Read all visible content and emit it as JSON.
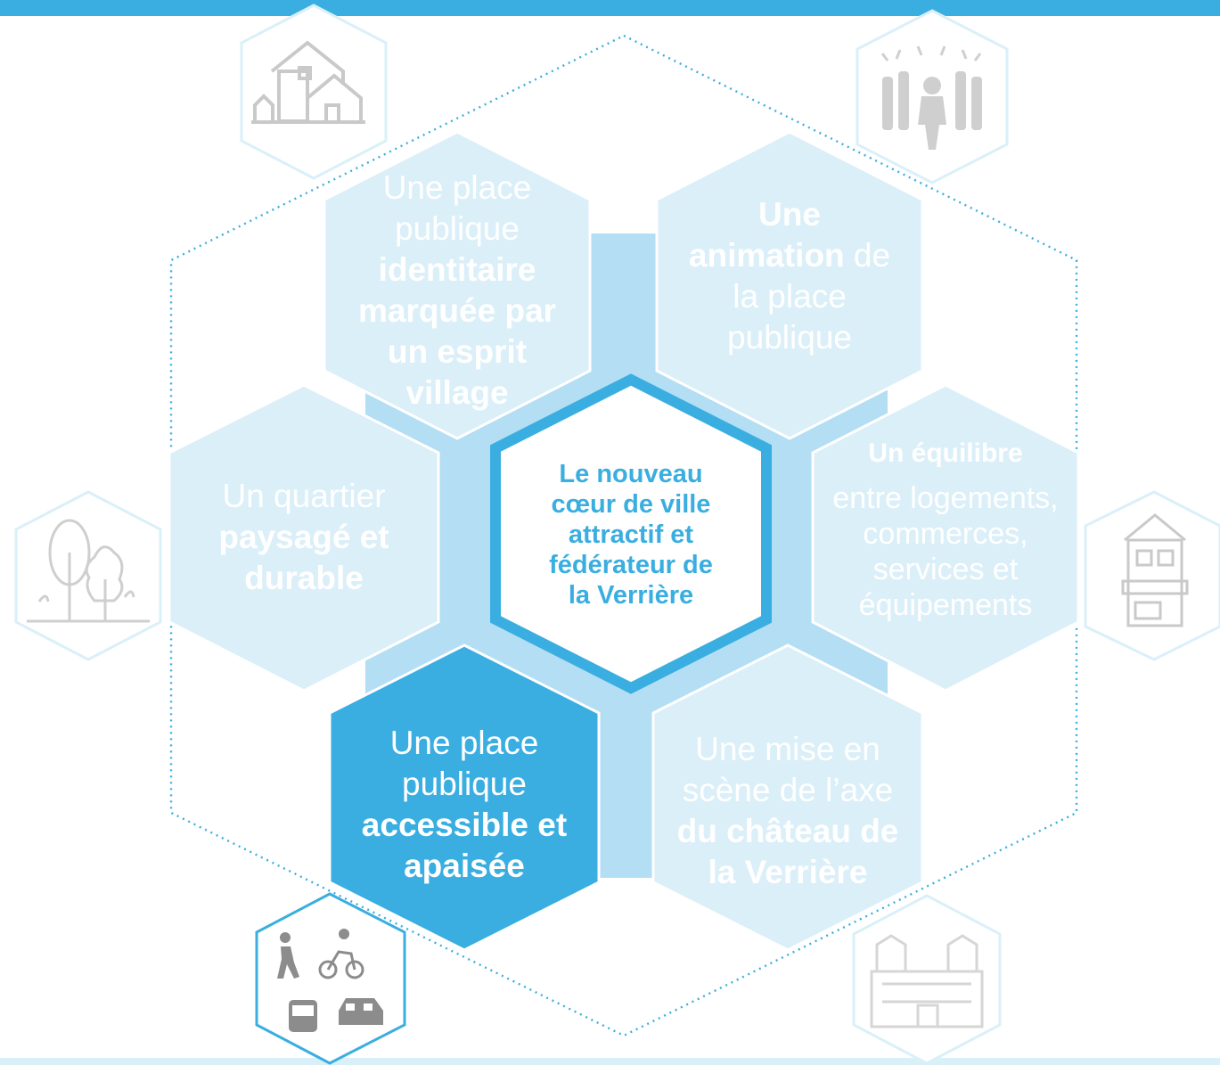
{
  "colors": {
    "accent": "#3aaee0",
    "light_hex": "#dbeff9",
    "mid_hex": "#b3def3",
    "icon_grey": "#c9c9c9",
    "icon_dark": "#8c8c8c"
  },
  "center": {
    "lines": [
      "Le nouveau",
      "cœur de ville",
      "attractif et",
      "fédérateur de",
      "la Verrière"
    ]
  },
  "top_left": {
    "light_lines": [
      "Une place",
      "publique"
    ],
    "bold_lines": [
      "identitaire",
      "marquée par",
      "un esprit",
      "village"
    ],
    "icon": "village-houses-icon"
  },
  "top_right": {
    "bold_lines": [
      "Une",
      "animation"
    ],
    "inline_light": " de",
    "light_lines": [
      "la place",
      "publique"
    ],
    "icon": "celebrating-crowd-icon"
  },
  "left": {
    "light_lines": [
      "Un quartier"
    ],
    "bold_lines": [
      "paysagé et",
      "durable"
    ],
    "icon": "trees-icon"
  },
  "right": {
    "bold_lines": [
      "Un équilibre"
    ],
    "light_lines": [
      "entre logements,",
      "commerces,",
      "services et",
      "équipements"
    ],
    "icon": "shop-building-icon"
  },
  "bottom_left": {
    "light_lines": [
      "Une place",
      "publique"
    ],
    "bold_lines": [
      "accessible et",
      "apaisée"
    ],
    "icon": "mobility-icon"
  },
  "bottom_right": {
    "light_lines": [
      "Une mise en",
      "scène de l’axe"
    ],
    "bold_lines": [
      "du château de",
      "la Verrière"
    ],
    "icon": "chateau-icon"
  }
}
